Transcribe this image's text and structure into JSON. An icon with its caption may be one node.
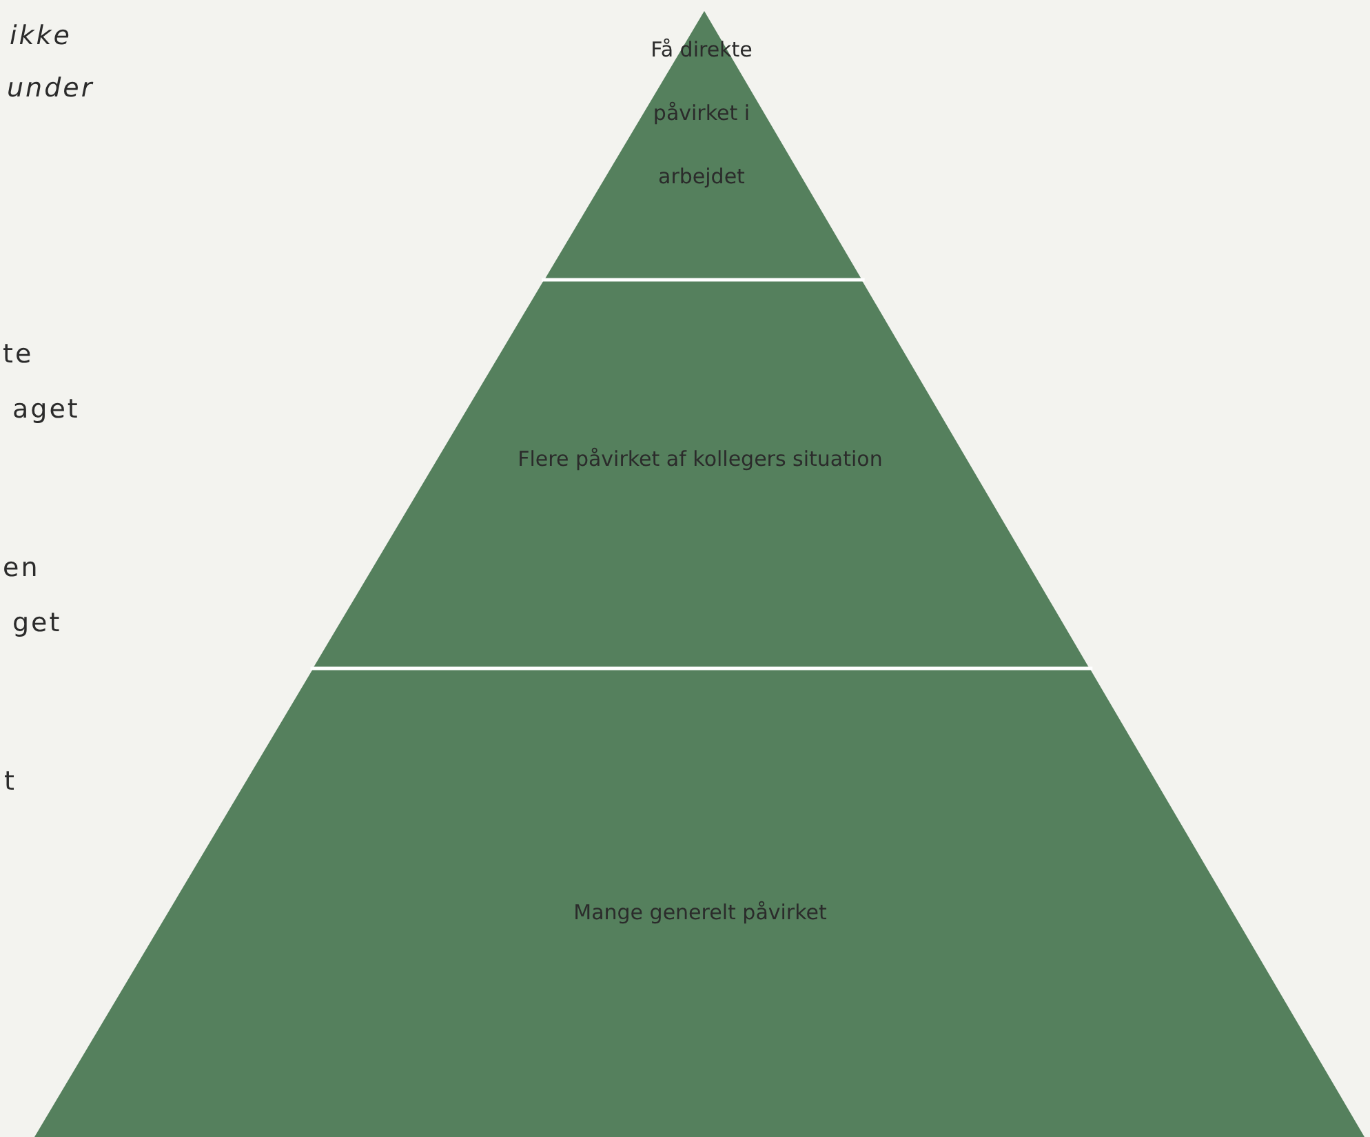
{
  "diagram": {
    "nodes": [
      {
        "text": [
          "Få direkte påvirket i arbejdet"
        ]
      },
      {
        "text": [
          "Flere påvirket af kollegers situation"
        ]
      },
      {
        "text": [
          "Mange generelt påvirket"
        ]
      }
    ],
    "labels": [
      "ikke",
      "under",
      "te",
      "aget",
      "en",
      "get",
      "t"
    ]
  }
}
